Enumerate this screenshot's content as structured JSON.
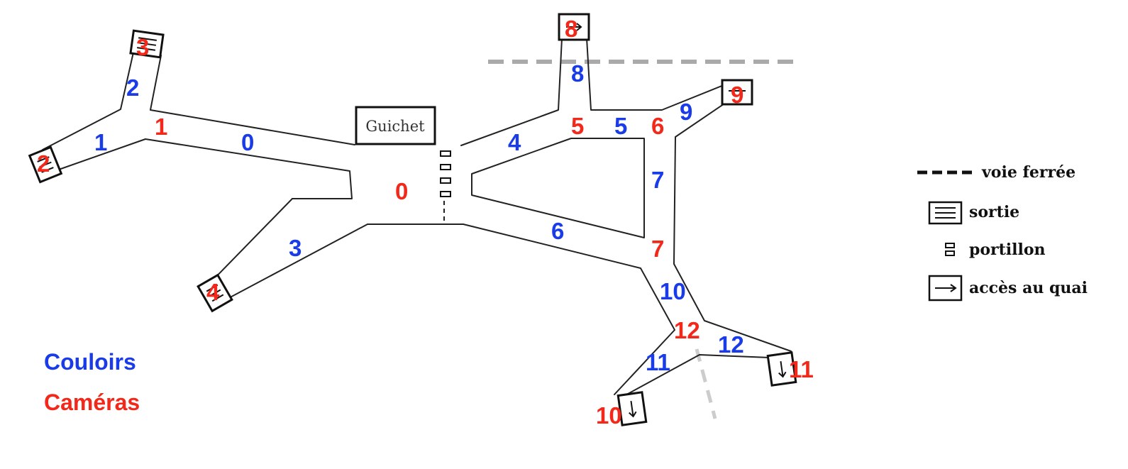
{
  "diagram": {
    "guichet_label": "Guichet",
    "colors": {
      "corridor": "#1a3be8",
      "camera": "#f2291a",
      "rail": "#aaaaaa"
    },
    "corridors": [
      "0",
      "1",
      "2",
      "3",
      "4",
      "5",
      "6",
      "7",
      "8",
      "9",
      "10",
      "11",
      "12"
    ],
    "cameras": [
      "0",
      "1",
      "2",
      "3",
      "4",
      "5",
      "6",
      "7",
      "8",
      "9",
      "10",
      "11",
      "12"
    ],
    "symbols": {
      "exit": "sortie-icon",
      "gate": "portillon-icon",
      "platform_access": "acces-quai-icon"
    }
  },
  "legend": {
    "rail": "voie ferrée",
    "exit": "sortie",
    "gate": "portillon",
    "platform_access": "accès au quai",
    "corridors_title": "Couloirs",
    "cameras_title": "Caméras"
  }
}
